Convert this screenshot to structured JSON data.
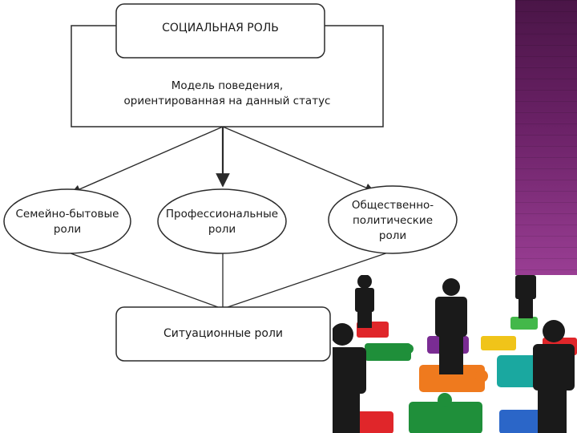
{
  "diagram": {
    "role_title": "СОЦИАЛЬНАЯ РОЛЬ",
    "definition_line1": "Модель поведения,",
    "definition_line2": "ориентированная на данный статус",
    "roles": [
      {
        "line1": "Семейно-бытовые",
        "line2": "роли",
        "line3": ""
      },
      {
        "line1": "Профессиональные",
        "line2": "роли",
        "line3": ""
      },
      {
        "line1": "Общественно-",
        "line2": "политические",
        "line3": "роли"
      }
    ],
    "situational": "Ситуационные роли"
  },
  "colors": {
    "line": "#2b2b2b",
    "panel_dark": "#4a1547",
    "panel_light": "#9a3e94",
    "puzzle": [
      "#e0262a",
      "#1f8f3a",
      "#7a2c93",
      "#f0c419",
      "#ef7a1e",
      "#1aa8a0",
      "#2b66c8",
      "#43b84a"
    ]
  },
  "image": {
    "name": "people-on-puzzle-pieces-illustration"
  }
}
